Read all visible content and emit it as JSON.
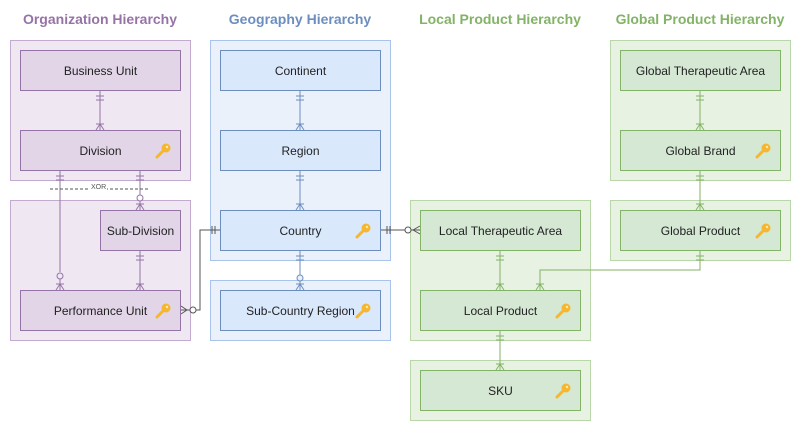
{
  "titles": {
    "organization": "Organization Hierarchy",
    "geography": "Geography Hierarchy",
    "local_product": "Local Product Hierarchy",
    "global_product": "Global Product Hierarchy"
  },
  "colors": {
    "organization": "#9673a6",
    "geography": "#6c8ebf",
    "local_product": "#82b366",
    "global_product": "#82b366",
    "key": "#f5b731"
  },
  "entities": {
    "business_unit": "Business Unit",
    "division": "Division",
    "sub_division": "Sub-Division",
    "performance_unit": "Performance Unit",
    "continent": "Continent",
    "region": "Region",
    "country": "Country",
    "sub_country_region": "Sub-Country Region",
    "local_therapeutic_area": "Local Therapeutic Area",
    "local_product": "Local Product",
    "sku": "SKU",
    "global_therapeutic_area": "Global Therapeutic Area",
    "global_brand": "Global Brand",
    "global_product": "Global Product"
  },
  "annotations": {
    "xor": "XOR"
  },
  "icons": {
    "key": "key-icon"
  }
}
